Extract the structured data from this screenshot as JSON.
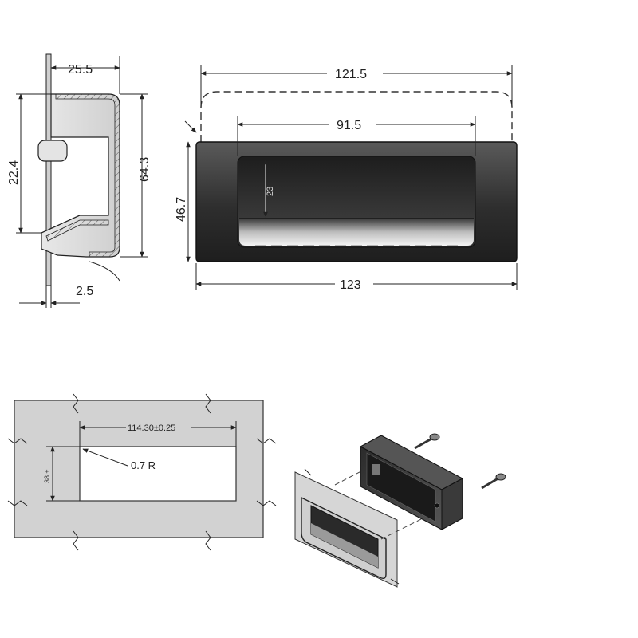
{
  "side_view": {
    "top_width": "25.5",
    "flange_height": "22.4",
    "total_height": "64.3",
    "wall_thickness": "2.5"
  },
  "front_view": {
    "outer_width": "121.5",
    "inner_width": "91.5",
    "grip_height": "23",
    "body_height": "46.7",
    "base_width": "123"
  },
  "cutout_view": {
    "cutout_width": "114.30±0.25",
    "corner_radius": "0.7  R",
    "cutout_height": "38 ±"
  },
  "colors": {
    "line": "#222222",
    "panel_fill": "#d2d2d2",
    "cup_dark": "#3c3c3c",
    "cup_mid": "#7a7a7a",
    "cup_light": "#e6e6e6"
  }
}
